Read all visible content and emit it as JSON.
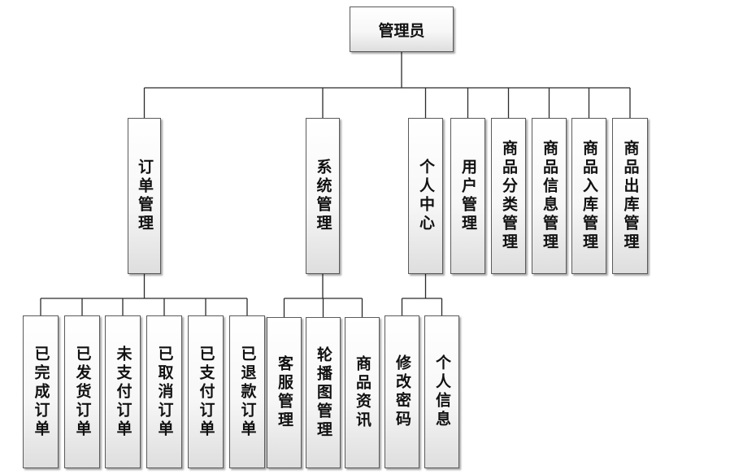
{
  "root": {
    "label": "管理员"
  },
  "modules": [
    {
      "id": "order",
      "label": "订单管理",
      "children": [
        "已完成订单",
        "已发货订单",
        "未支付订单",
        "已取消订单",
        "已支付订单",
        "已退款订单"
      ]
    },
    {
      "id": "system",
      "label": "系统管理",
      "children": [
        "客服管理",
        "轮播图管理",
        "商品资讯"
      ]
    },
    {
      "id": "personal",
      "label": "个人中心",
      "children": [
        "修改密码",
        "个人信息"
      ]
    },
    {
      "id": "user",
      "label": "用户管理",
      "children": []
    },
    {
      "id": "category",
      "label": "商品分类管理",
      "children": []
    },
    {
      "id": "info",
      "label": "商品信息管理",
      "children": []
    },
    {
      "id": "stock-in",
      "label": "商品入库管理",
      "children": []
    },
    {
      "id": "stock-out",
      "label": "商品出库管理",
      "children": []
    }
  ],
  "colors": {
    "line": "#2b2b2b",
    "border": "#5a5a5a"
  }
}
